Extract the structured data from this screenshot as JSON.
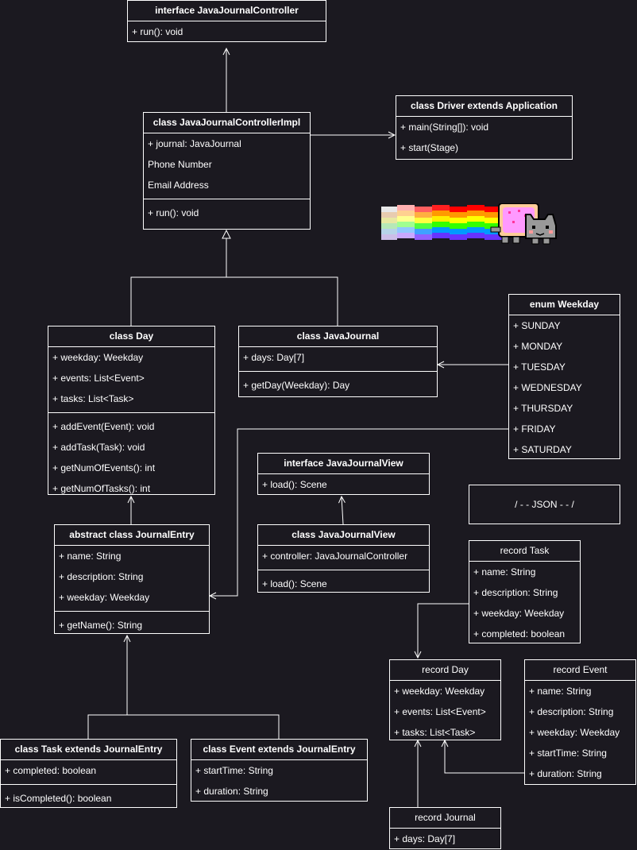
{
  "classes": {
    "controller_iface": {
      "title": "interface JavaJournalController",
      "members": [
        "+ run(): void"
      ]
    },
    "controller_impl": {
      "title": "class JavaJournalControllerImpl",
      "fields": [
        "+ journal: JavaJournal",
        "Phone Number",
        "Email Address"
      ],
      "methods": [
        "+ run(): void"
      ]
    },
    "driver": {
      "title": "class Driver extends Application",
      "members": [
        "+ main(String[]): void",
        "+ start(Stage)"
      ]
    },
    "day": {
      "title": "class Day",
      "fields": [
        "+ weekday: Weekday",
        "+ events: List<Event>",
        "+ tasks: List<Task>"
      ],
      "methods": [
        "+ addEvent(Event): void",
        "+ addTask(Task): void",
        "+ getNumOfEvents(): int",
        "+ getNumOfTasks(): int"
      ]
    },
    "journal": {
      "title": "class JavaJournal",
      "fields": [
        "+ days: Day[7]"
      ],
      "methods": [
        "+ getDay(Weekday): Day"
      ]
    },
    "weekday": {
      "title": "enum Weekday",
      "members": [
        "+ SUNDAY",
        "+ MONDAY",
        "+ TUESDAY",
        "+ WEDNESDAY",
        "+ THURSDAY",
        "+ FRIDAY",
        "+ SATURDAY"
      ]
    },
    "view_iface": {
      "title": "interface JavaJournalView",
      "members": [
        "+ load(): Scene"
      ]
    },
    "view_class": {
      "title": "class JavaJournalView",
      "fields": [
        "+ controller: JavaJournalController"
      ],
      "methods": [
        "+ load(): Scene"
      ]
    },
    "journal_entry": {
      "title": "abstract class JournalEntry",
      "fields": [
        "+ name: String",
        "+ description: String",
        "+ weekday: Weekday"
      ],
      "methods": [
        "+ getName(): String"
      ]
    },
    "task_class": {
      "title": "class Task extends JournalEntry",
      "fields": [
        "+ completed: boolean"
      ],
      "methods": [
        "+ isCompleted(): boolean"
      ]
    },
    "event_class": {
      "title": "class Event extends JournalEntry",
      "members": [
        "+ startTime: String",
        "+ duration: String"
      ]
    },
    "record_task": {
      "title": "record Task",
      "members": [
        "+ name: String",
        "+ description: String",
        "+ weekday: Weekday",
        "+ completed: boolean"
      ]
    },
    "record_day": {
      "title": "record Day",
      "members": [
        "+ weekday: Weekday",
        "+ events: List<Event>",
        "+ tasks: List<Task>"
      ]
    },
    "record_event": {
      "title": "record Event",
      "members": [
        "+ name: String",
        "+ description: String",
        "+ weekday: Weekday",
        "+ startTime: String",
        "+ duration: String"
      ]
    },
    "record_journal": {
      "title": "record Journal",
      "members": [
        "+ days: Day[7]"
      ]
    }
  },
  "json_note": "/ - - JSON - - /",
  "colors": {
    "background": "#1b1920",
    "stroke": "#ffffff",
    "text": "#ffffff"
  },
  "decoration": "nyan-cat-icon"
}
